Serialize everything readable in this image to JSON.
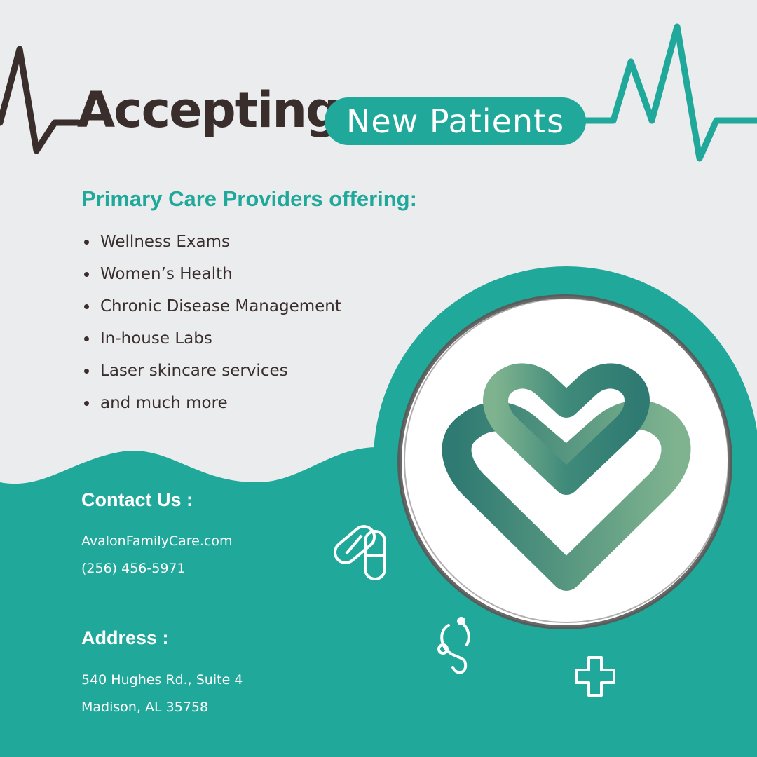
{
  "colors": {
    "teal": "#20a89a",
    "dark": "#3a2e2d",
    "background": "#ebeced",
    "white": "#ffffff"
  },
  "headline": {
    "word": "Accepting",
    "pill_text": "New Patients"
  },
  "services": {
    "heading": "Primary Care Providers offering:",
    "items": [
      "Wellness Exams",
      "Women’s Health",
      "Chronic Disease Management",
      "In-house Labs",
      "Laser skincare services",
      "and much more"
    ]
  },
  "contact": {
    "heading": "Contact Us :",
    "website": "AvalonFamilyCare.com",
    "phone": "(256) 456-5971"
  },
  "address": {
    "heading": "Address :",
    "line1": "540 Hughes Rd., Suite 4",
    "line2": "Madison, AL 35758"
  },
  "icons": [
    "heartbeat-line-icon",
    "heart-logo-icon",
    "pills-icon",
    "stethoscope-icon",
    "medical-cross-icon"
  ]
}
